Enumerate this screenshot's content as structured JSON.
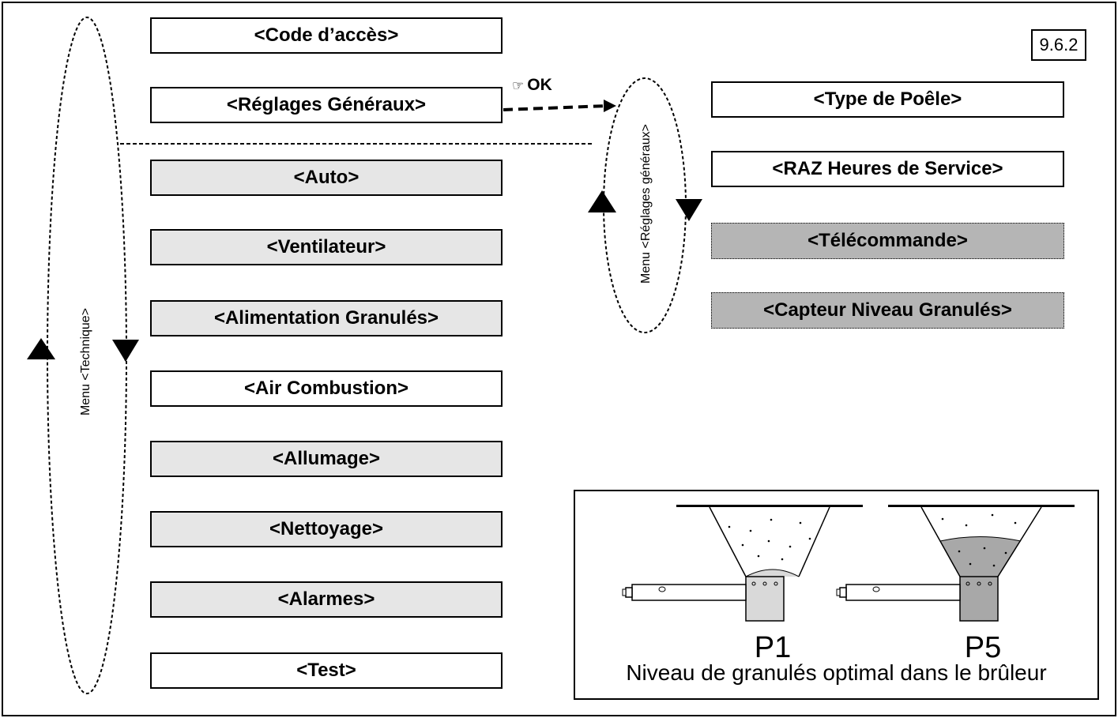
{
  "version": "9.6.2",
  "ok_label": "OK",
  "ok_icon": "pointing-hand-icon",
  "technique_menu": {
    "label": "Menu <Technique>",
    "items": [
      {
        "label": "<Code d’accès>",
        "style": "white"
      },
      {
        "label": "<Réglages Généraux>",
        "style": "white"
      },
      {
        "label": "<Auto>",
        "style": "grey"
      },
      {
        "label": "<Ventilateur>",
        "style": "grey"
      },
      {
        "label": "<Alimentation Granulés>",
        "style": "grey"
      },
      {
        "label": "<Air Combustion>",
        "style": "white"
      },
      {
        "label": "<Allumage>",
        "style": "grey"
      },
      {
        "label": "<Nettoyage>",
        "style": "grey"
      },
      {
        "label": "<Alarmes>",
        "style": "grey"
      },
      {
        "label": "<Test>",
        "style": "white"
      }
    ]
  },
  "reglages_menu": {
    "label": "Menu <Réglages généraux>",
    "items": [
      {
        "label": "<Type de Poêle>",
        "style": "white"
      },
      {
        "label": "<RAZ Heures de Service>",
        "style": "white"
      },
      {
        "label": "<Télécommande>",
        "style": "dark"
      },
      {
        "label": "<Capteur Niveau Granulés>",
        "style": "dark"
      }
    ]
  },
  "legend": {
    "p1_label": "P1",
    "p5_label": "P5",
    "caption": "Niveau de granulés optimal dans le brûleur"
  },
  "colors": {
    "grey_box": "#e6e6e6",
    "dark_box": "#b5b5b5",
    "pellet_fill": "#d9d9d9",
    "pellet_fill_p5": "#a8a8a8"
  }
}
